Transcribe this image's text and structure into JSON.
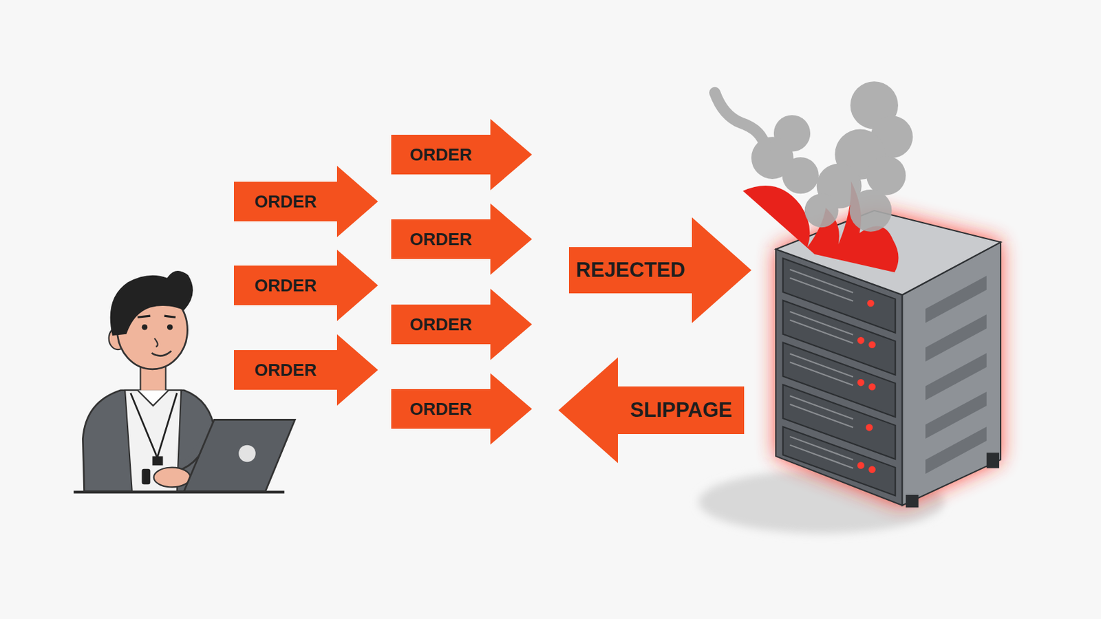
{
  "diagram": {
    "nodes": [
      {
        "text": [
          "ORDER"
        ]
      },
      {
        "text": [
          "ORDER"
        ]
      },
      {
        "text": [
          "ORDER"
        ]
      },
      {
        "text": [
          "ORDER"
        ]
      },
      {
        "text": [
          "ORDER"
        ]
      },
      {
        "text": [
          "ORDER"
        ]
      },
      {
        "text": [
          "ORDER"
        ]
      },
      {
        "text": [
          "REJECTED"
        ]
      },
      {
        "text": [
          "SLIPPAGE"
        ]
      }
    ]
  }
}
